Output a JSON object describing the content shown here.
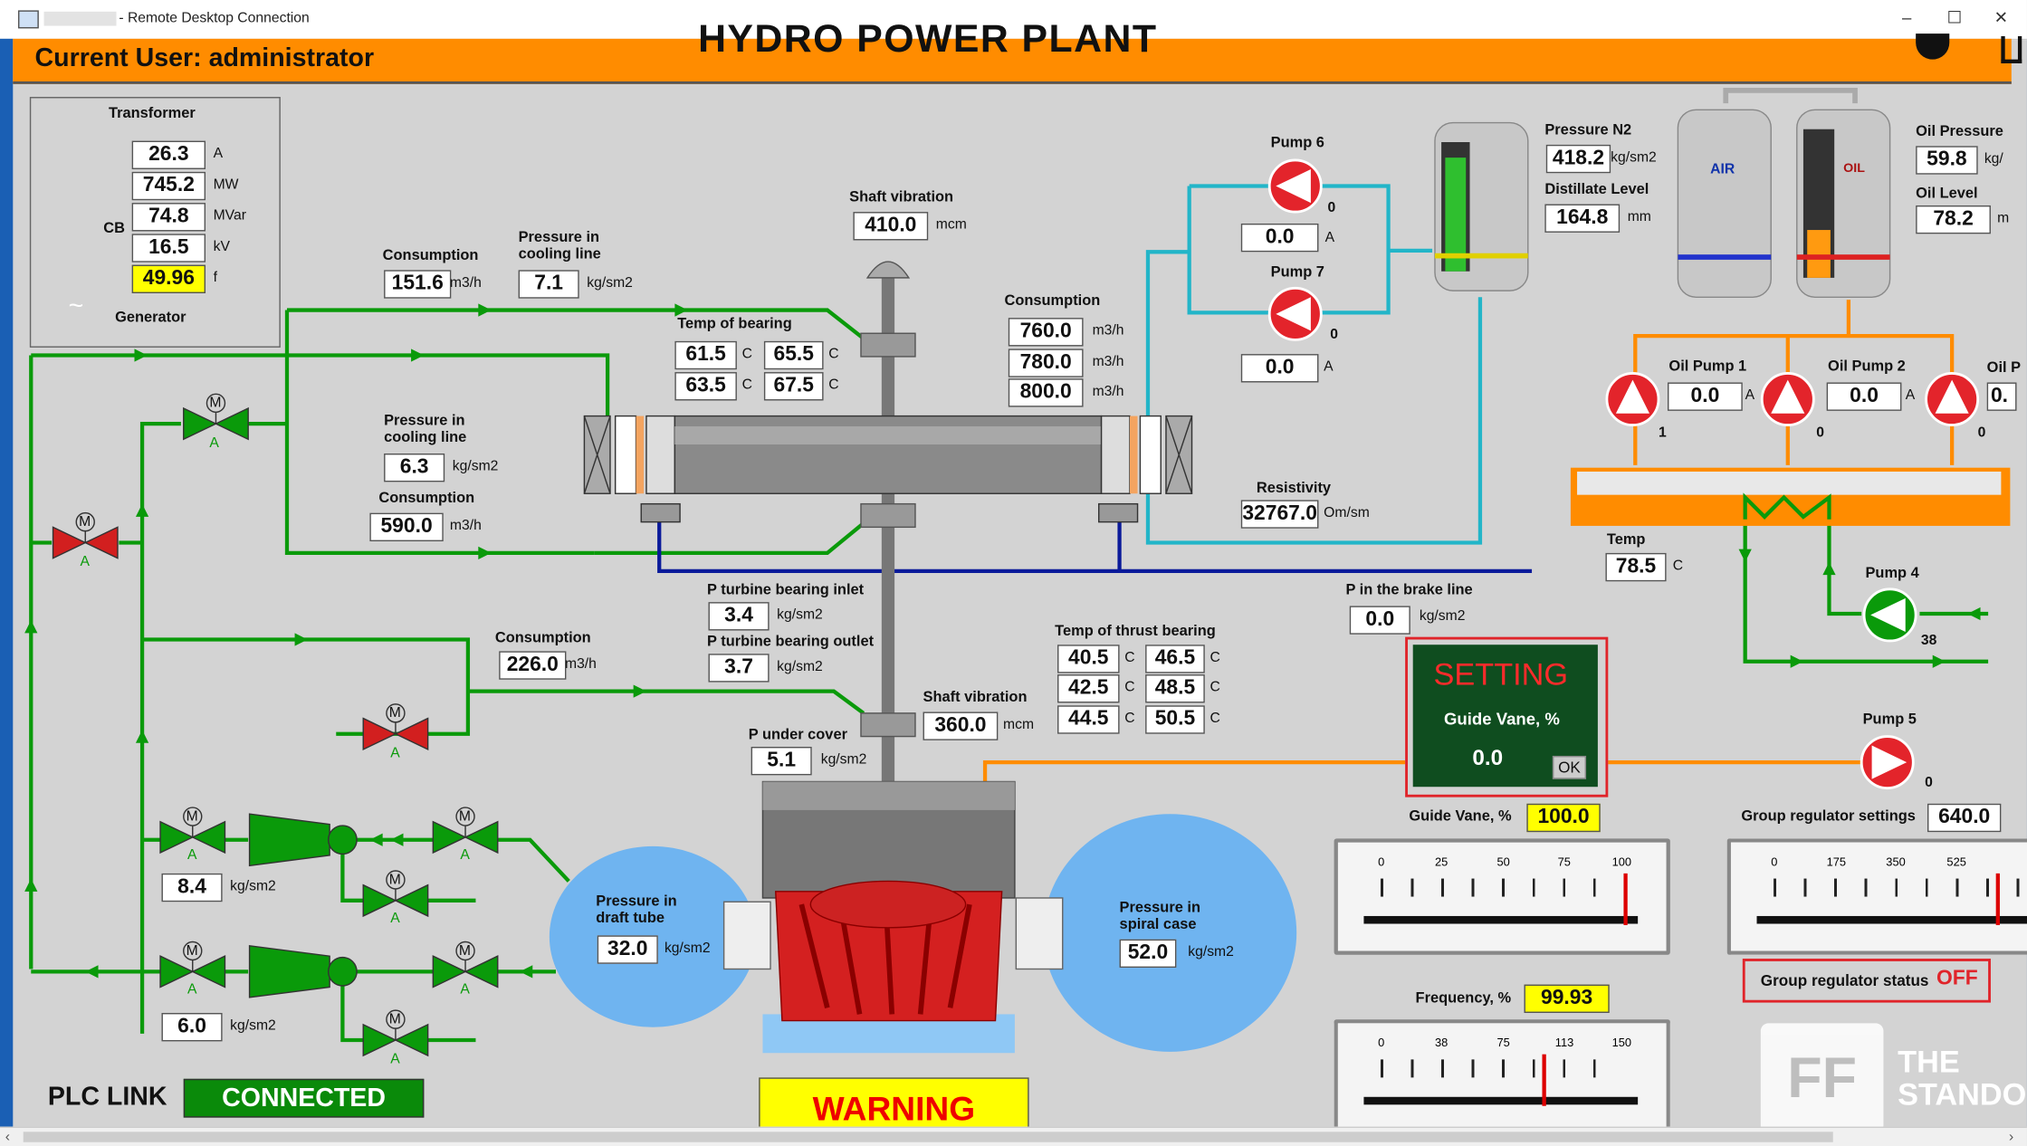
{
  "window": {
    "title": "- Remote Desktop Connection",
    "min": "–",
    "max": "☐",
    "close": "✕"
  },
  "header": {
    "user": "Current User: administrator",
    "plant_title": "HYDRO POWER PLANT"
  },
  "transformer": {
    "title": "Transformer",
    "cb_label": "CB",
    "generator_label": "Generator",
    "generator_symbol": "~",
    "readings": [
      {
        "value": "26.3",
        "unit": "A"
      },
      {
        "value": "745.2",
        "unit": "MW"
      },
      {
        "value": "74.8",
        "unit": "MVar"
      },
      {
        "value": "16.5",
        "unit": "kV"
      },
      {
        "value": "49.96",
        "unit": "f"
      }
    ]
  },
  "left": {
    "consumption_label": "Consumption",
    "consumption_value": "151.6",
    "consumption_unit": "m3/h",
    "pressure_cool_label": "Pressure in cooling line",
    "pressure_cool_value": "7.1",
    "pressure_cool_unit": "kg/sm2",
    "pressure_cool2_label": "Pressure in cooling line",
    "pressure_cool2_value": "6.3",
    "pressure_cool2_unit": "kg/sm2",
    "consumption2_label": "Consumption",
    "consumption2_value": "590.0",
    "consumption2_unit": "m3/h",
    "consumption3_label": "Consumption",
    "consumption3_value": "226.0",
    "consumption3_unit": "m3/h",
    "press_a_value": "8.4",
    "press_a_unit": "kg/sm2",
    "press_b_value": "6.0",
    "press_b_unit": "kg/sm2",
    "valve_m": "M",
    "valve_a": "A"
  },
  "bearing": {
    "shaft_vib_label": "Shaft vibration",
    "shaft_vib_value": "410.0",
    "shaft_vib_unit": "mcm",
    "temp_label": "Temp of bearing",
    "temps": [
      "61.5",
      "65.5",
      "63.5",
      "67.5"
    ],
    "temp_unit": "C",
    "consumption_label": "Consumption",
    "consumptions": [
      "760.0",
      "780.0",
      "800.0"
    ],
    "consumption_unit": "m3/h"
  },
  "turbine": {
    "inlet_label": "P turbine bearing inlet",
    "inlet_value": "3.4",
    "inlet_unit": "kg/sm2",
    "outlet_label": "P turbine bearing outlet",
    "outlet_value": "3.7",
    "outlet_unit": "kg/sm2",
    "cover_label": "P under cover",
    "cover_value": "5.1",
    "cover_unit": "kg/sm2",
    "shaft_vib2_label": "Shaft vibration",
    "shaft_vib2_value": "360.0",
    "shaft_vib2_unit": "mcm",
    "thrust_label": "Temp of thrust bearing",
    "thrust": [
      "40.5",
      "46.5",
      "42.5",
      "48.5",
      "44.5",
      "50.5"
    ],
    "thrust_unit": "C",
    "draft_label": "Pressure in draft tube",
    "draft_value": "32.0",
    "draft_unit": "kg/sm2",
    "spiral_label": "Pressure in spiral case",
    "spiral_value": "52.0",
    "spiral_unit": "kg/sm2"
  },
  "pumps": {
    "pump6_label": "Pump 6",
    "pump6_count": "0",
    "pump6_value": "0.0",
    "pump6_unit": "A",
    "pump7_label": "Pump 7",
    "pump7_count": "0",
    "pump7_value": "0.0",
    "pump7_unit": "A",
    "resistivity_label": "Resistivity",
    "resistivity_value": "32767.0",
    "resistivity_unit": "Om/sm",
    "brake_label": "P in the brake line",
    "brake_value": "0.0",
    "brake_unit": "kg/sm2",
    "pump4_label": "Pump 4",
    "pump4_count": "38",
    "pump5_label": "Pump 5",
    "pump5_count": "0"
  },
  "tanks": {
    "n2_label": "Pressure N2",
    "n2_value": "418.2",
    "n2_unit": "kg/sm2",
    "distillate_label": "Distillate Level",
    "distillate_value": "164.8",
    "distillate_unit": "mm",
    "air_label": "AIR",
    "oil_label": "OIL",
    "oil_pressure_label": "Oil Pressure",
    "oil_pressure_value": "59.8",
    "oil_pressure_unit": "kg/",
    "oil_level_label": "Oil Level",
    "oil_level_value": "78.2",
    "oil_level_unit": "m",
    "oil_pump1_label": "Oil Pump 1",
    "oil_pump1_value": "0.0",
    "oil_pump1_unit": "A",
    "oil_pump1_count": "1",
    "oil_pump2_label": "Oil Pump 2",
    "oil_pump2_value": "0.0",
    "oil_pump2_unit": "A",
    "oil_pump2_count": "0",
    "oil_pump3_label": "Oil P",
    "oil_pump3_value": "0.",
    "oil_pump3_count": "0",
    "temp_label": "Temp",
    "temp_value": "78.5",
    "temp_unit": "C"
  },
  "setting": {
    "title": "SETTING",
    "subtitle": "Guide Vane, %",
    "value": "0.0",
    "ok": "OK"
  },
  "guide_vane": {
    "label": "Guide Vane, %",
    "value": "100.0",
    "ticks": [
      "0",
      "25",
      "50",
      "75",
      "100"
    ],
    "level": 1.0
  },
  "frequency": {
    "label": "Frequency, %",
    "value": "99.93",
    "ticks": [
      "0",
      "38",
      "75",
      "113",
      "150"
    ],
    "level": 0.666
  },
  "group_regulator": {
    "label": "Group regulator settings",
    "value": "640.0",
    "ticks": [
      "0",
      "175",
      "350",
      "525"
    ],
    "status_label": "Group regulator status",
    "status": "OFF"
  },
  "footer": {
    "plc_label": "PLC LINK",
    "plc_status": "CONNECTED",
    "warning": "WARNING"
  },
  "brand": {
    "mark": "FF",
    "line1": "THE",
    "line2": "STANDO"
  }
}
